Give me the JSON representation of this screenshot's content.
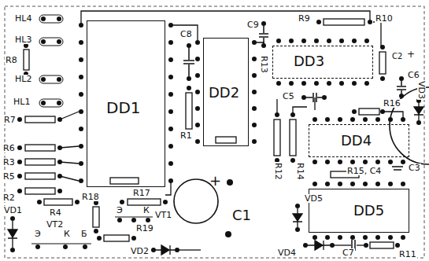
{
  "diagram": {
    "nodes": [
      {
        "text": [
          "DD1"
        ]
      },
      {
        "text": [
          "DD2"
        ]
      },
      {
        "text": [
          "DD3"
        ]
      },
      {
        "text": [
          "C2",
          "+"
        ]
      },
      {
        "text": [
          "DD4"
        ]
      },
      {
        "text": [
          "+",
          "C1"
        ]
      },
      {
        "text": [
          "DD5"
        ]
      }
    ],
    "labels": [
      "HL4",
      "HL3",
      "R8",
      "HL2",
      "HL1",
      "R7",
      "R6",
      "R3",
      "R5",
      "R2",
      "VD1",
      "R4",
      "Э",
      "VT2",
      "К",
      "Б",
      "R18",
      "R17",
      "Э",
      "К",
      "VT1",
      "R19",
      "VD2",
      "R1",
      "C8",
      "C9",
      "R13",
      "R9",
      "R10",
      "C6",
      "VD3",
      "C5",
      "R16",
      "R12",
      "R14",
      "VD5",
      "R15, C4",
      "C3",
      "VD4",
      "C7",
      "R11"
    ]
  }
}
